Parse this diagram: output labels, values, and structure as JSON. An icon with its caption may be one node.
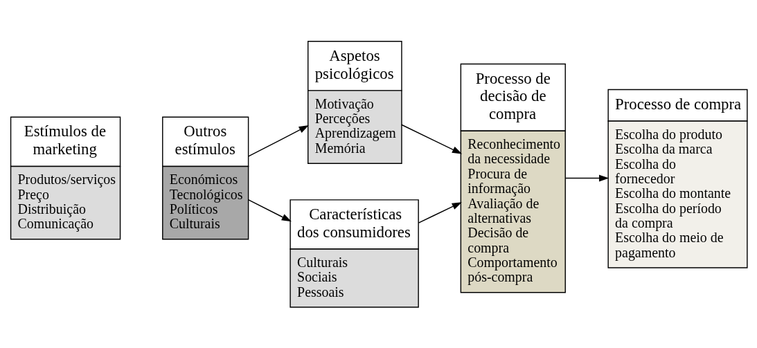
{
  "diagram": {
    "nodes": [
      {
        "text": [
          "Estímulos de marketing",
          "Produtos/serviços",
          "Preço",
          "Distribuição",
          "Comunicação"
        ]
      },
      {
        "text": [
          "Outros estímulos",
          "Económicos",
          "Tecnológicos",
          "Políticos",
          "Culturais"
        ]
      },
      {
        "text": [
          "Aspetos psicológicos",
          "Motivação",
          "Perceções",
          "Aprendizagem",
          "Memória"
        ]
      },
      {
        "text": [
          "Características dos consumidores",
          "Culturais",
          "Sociais",
          "Pessoais"
        ]
      },
      {
        "text": [
          "Processo de decisão de compra",
          "Reconhecimento da necessidade",
          "Procura de informação",
          "Avaliação de alternativas",
          "Decisão de compra",
          "Comportamento pós-compra"
        ]
      },
      {
        "text": [
          "Processo de compra",
          "Escolha do produto",
          "Escolha da marca",
          "Escolha do fornecedor",
          "Escolha do montante",
          "Escolha do período da compra",
          "Escolha do meio de pagamento"
        ]
      }
    ],
    "edges": [
      {
        "from": 1,
        "to": 2,
        "arrow": "to"
      },
      {
        "from": 1,
        "to": 3,
        "arrow": "to"
      },
      {
        "from": 2,
        "to": 4,
        "arrow": "to"
      },
      {
        "from": 3,
        "to": 4,
        "arrow": "to"
      },
      {
        "from": 4,
        "to": 5,
        "arrow": "to"
      }
    ]
  }
}
